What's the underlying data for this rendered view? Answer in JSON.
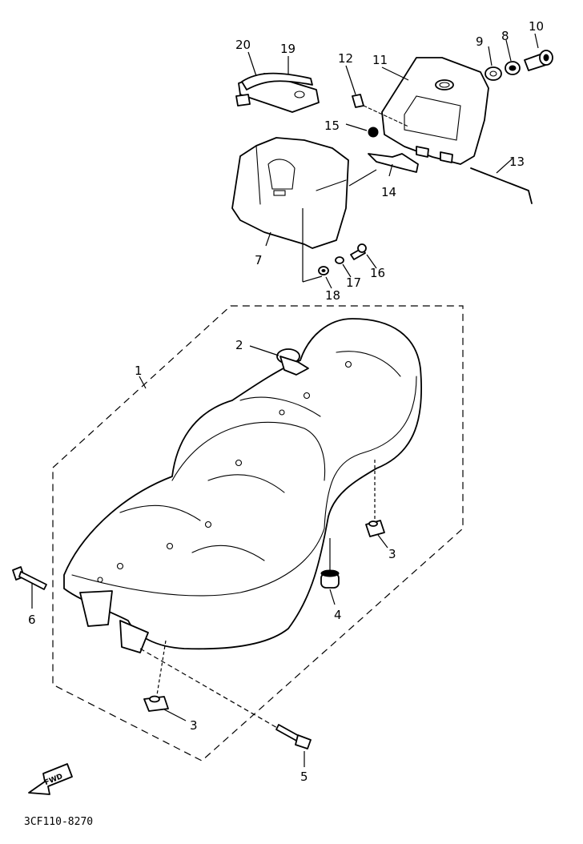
{
  "diagram": {
    "callouts": {
      "c1": "1",
      "c2": "2",
      "c3a": "3",
      "c3b": "3",
      "c4": "4",
      "c5": "5",
      "c6": "6",
      "c7": "7",
      "c8": "8",
      "c9": "9",
      "c10": "10",
      "c11": "11",
      "c12": "12",
      "c13": "13",
      "c14": "14",
      "c15": "15",
      "c16": "16",
      "c17": "17",
      "c18": "18",
      "c19": "19",
      "c20": "20"
    },
    "direction_badge": "FWD",
    "diagram_code": "3CF110-8270"
  }
}
